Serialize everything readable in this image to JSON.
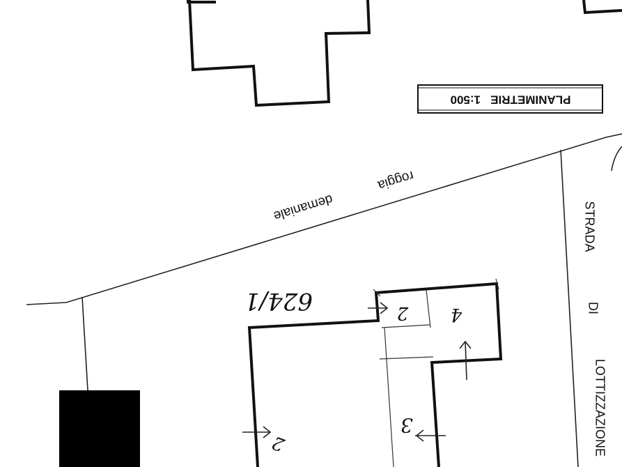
{
  "title_box": {
    "text": "PLANIMETRIE   1:500"
  },
  "canal": {
    "word1": "roggia",
    "word2": "demaniale"
  },
  "road": {
    "word1": "STRADA",
    "word2": "DI",
    "word3": "LOTTIZZAZIONE"
  },
  "parcel": {
    "number": "624/1"
  },
  "section_marks": [
    "2",
    "2",
    "3",
    "4"
  ],
  "colors": {
    "ink": "#111111",
    "paper": "#ffffff"
  }
}
